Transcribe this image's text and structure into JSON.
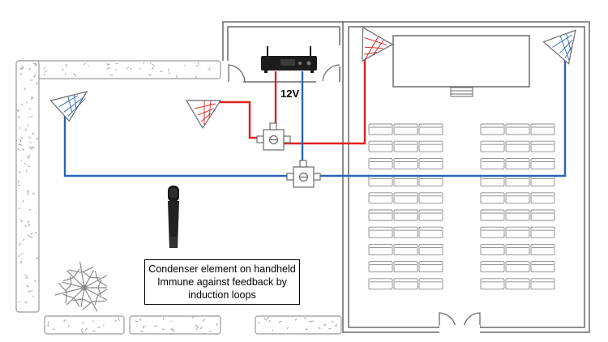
{
  "power_label": "12V",
  "note": {
    "line1": "Condenser element on handheld",
    "line2": "Immune against feedback by",
    "line3": "induction loops"
  },
  "colors": {
    "rf_red": "#e02020",
    "rf_blue": "#2a63b8",
    "wall": "#6a6a6a",
    "hedge_outline": "#9a9a9a",
    "furniture": "#8a8a8a"
  },
  "icons": {
    "receiver": "wireless-receiver-icon",
    "antenna": "directional-antenna-icon",
    "splitter": "antenna-splitter-icon",
    "microphone": "handheld-microphone-icon",
    "tree": "tree-icon"
  }
}
